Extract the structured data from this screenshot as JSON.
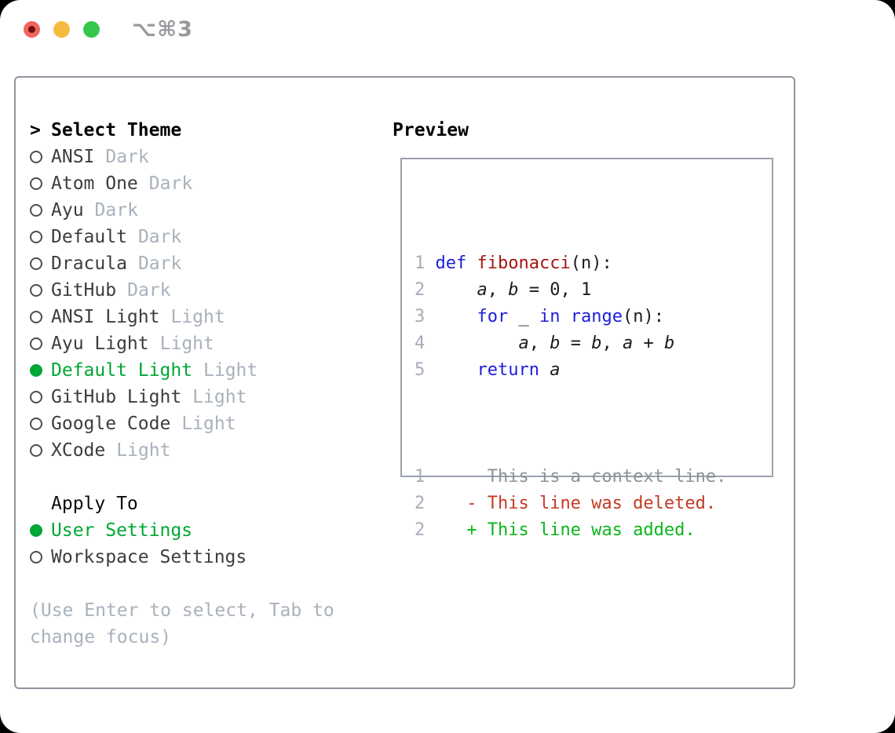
{
  "window": {
    "title": "⌥⌘3",
    "traffic_lights": [
      {
        "name": "close",
        "color": "#f2655c",
        "has_inner_dot": true
      },
      {
        "name": "minimize",
        "color": "#f5bb3e",
        "has_inner_dot": false
      },
      {
        "name": "zoom",
        "color": "#35c64c",
        "has_inner_dot": false
      }
    ]
  },
  "theme_list": {
    "header_prefix": ">",
    "header": "Select Theme",
    "items": [
      {
        "name": "ANSI",
        "variant": "Dark",
        "selected": false
      },
      {
        "name": "Atom One",
        "variant": "Dark",
        "selected": false
      },
      {
        "name": "Ayu",
        "variant": "Dark",
        "selected": false
      },
      {
        "name": "Default",
        "variant": "Dark",
        "selected": false
      },
      {
        "name": "Dracula",
        "variant": "Dark",
        "selected": false
      },
      {
        "name": "GitHub",
        "variant": "Dark",
        "selected": false
      },
      {
        "name": "ANSI Light",
        "variant": "Light",
        "selected": false
      },
      {
        "name": "Ayu Light",
        "variant": "Light",
        "selected": false
      },
      {
        "name": "Default Light",
        "variant": "Light",
        "selected": true
      },
      {
        "name": "GitHub Light",
        "variant": "Light",
        "selected": false
      },
      {
        "name": "Google Code",
        "variant": "Light",
        "selected": false
      },
      {
        "name": "XCode",
        "variant": "Light",
        "selected": false
      }
    ]
  },
  "apply_to": {
    "header": "Apply To",
    "options": [
      {
        "label": "User Settings",
        "selected": true
      },
      {
        "label": "Workspace Settings",
        "selected": false
      }
    ]
  },
  "hint": "(Use Enter to select, Tab to change focus)",
  "preview": {
    "header": "Preview",
    "code_lines": [
      {
        "num": "1",
        "tokens": [
          {
            "text": "def",
            "type": "keyword"
          },
          {
            "text": " ",
            "type": "plain"
          },
          {
            "text": "fibonacci",
            "type": "function"
          },
          {
            "text": "(n):",
            "type": "plain"
          }
        ]
      },
      {
        "num": "2",
        "tokens": [
          {
            "text": "    ",
            "type": "plain"
          },
          {
            "text": "a",
            "type": "variable"
          },
          {
            "text": ", ",
            "type": "plain"
          },
          {
            "text": "b",
            "type": "variable"
          },
          {
            "text": " = 0, 1",
            "type": "plain"
          }
        ]
      },
      {
        "num": "3",
        "tokens": [
          {
            "text": "    ",
            "type": "plain"
          },
          {
            "text": "for",
            "type": "keyword"
          },
          {
            "text": " _ ",
            "type": "plain"
          },
          {
            "text": "in",
            "type": "keyword"
          },
          {
            "text": " ",
            "type": "plain"
          },
          {
            "text": "range",
            "type": "builtin"
          },
          {
            "text": "(n):",
            "type": "plain"
          }
        ]
      },
      {
        "num": "4",
        "tokens": [
          {
            "text": "        ",
            "type": "plain"
          },
          {
            "text": "a",
            "type": "variable"
          },
          {
            "text": ", ",
            "type": "plain"
          },
          {
            "text": "b",
            "type": "variable"
          },
          {
            "text": " = ",
            "type": "plain"
          },
          {
            "text": "b",
            "type": "variable"
          },
          {
            "text": ", ",
            "type": "plain"
          },
          {
            "text": "a",
            "type": "variable"
          },
          {
            "text": " + ",
            "type": "plain"
          },
          {
            "text": "b",
            "type": "variable"
          }
        ]
      },
      {
        "num": "5",
        "tokens": [
          {
            "text": "    ",
            "type": "plain"
          },
          {
            "text": "return",
            "type": "keyword"
          },
          {
            "text": " ",
            "type": "plain"
          },
          {
            "text": "a",
            "type": "variable"
          }
        ]
      }
    ],
    "diff_lines": [
      {
        "num": "1",
        "marker": "",
        "text": "This is a context line.",
        "type": "context"
      },
      {
        "num": "2",
        "marker": "-",
        "text": "This line was deleted.",
        "type": "deleted"
      },
      {
        "num": "2",
        "marker": "+",
        "text": "This line was added.",
        "type": "added"
      }
    ]
  },
  "colors": {
    "accent_green": "#00a734",
    "keyword_blue": "#1e1edb",
    "function_red": "#a41513",
    "deleted_red": "#c33a23",
    "added_green": "#0cb51b",
    "muted_gray": "#a9b1bc",
    "line_number_gray": "#a6aeb9",
    "panel_border": "#8e96a0",
    "traffic_red": "#f2655c",
    "traffic_yellow": "#f5bb3e",
    "traffic_green": "#35c64c"
  }
}
